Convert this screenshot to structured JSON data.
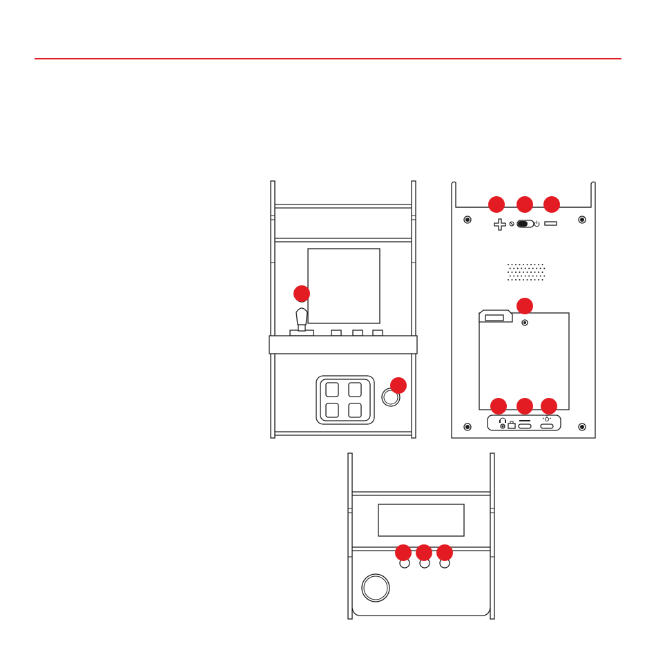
{
  "colors": {
    "accent": "#e31b23",
    "line": "#1a1a1a",
    "background": "#ffffff"
  },
  "views": [
    {
      "name": "front",
      "callouts": [
        {
          "label": "joystick"
        },
        {
          "label": "start-button"
        }
      ]
    },
    {
      "name": "back",
      "callouts": [
        {
          "label": "volume-up"
        },
        {
          "label": "power-switch"
        },
        {
          "label": "volume-down"
        },
        {
          "label": "battery-compartment"
        },
        {
          "label": "headphone-jack"
        },
        {
          "label": "usb-port"
        },
        {
          "label": "light-port"
        }
      ],
      "icons": [
        "plus-icon",
        "mute-icon",
        "power-icon",
        "minus-icon",
        "headphone-icon",
        "briefcase-icon",
        "bulb-icon"
      ]
    },
    {
      "name": "top",
      "callouts": [
        {
          "label": "button-a"
        },
        {
          "label": "button-b"
        },
        {
          "label": "button-c"
        }
      ]
    }
  ]
}
